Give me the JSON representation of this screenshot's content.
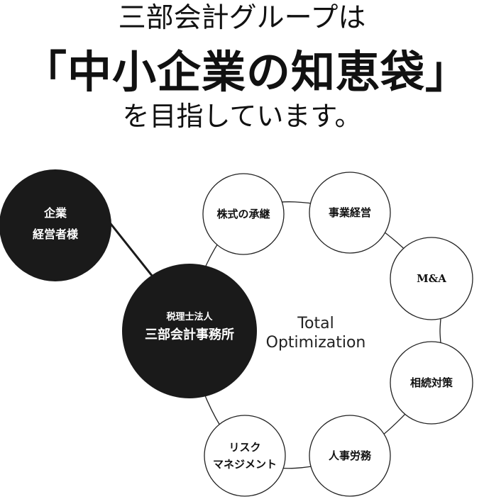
{
  "heading": {
    "line1": "三部会計グループは",
    "line2": "「中小企業の知恵袋」",
    "line3": "を目指しています。"
  },
  "diagram": {
    "client": {
      "line1": "企業",
      "line2": "経営者様"
    },
    "firm": {
      "line1": "税理士法人",
      "line2": "三部会計事務所"
    },
    "center": {
      "line1": "Total",
      "line2": "Optimization"
    },
    "services": [
      {
        "line1": "株式の承継"
      },
      {
        "line1": "事業経営"
      },
      {
        "line1": "M&A"
      },
      {
        "line1": "相続対策"
      },
      {
        "line1": "人事労務"
      },
      {
        "line1": "リスク",
        "line2": "マネジメント"
      }
    ],
    "colors": {
      "dark": "#1a1a1a",
      "light": "#ffffff"
    }
  }
}
